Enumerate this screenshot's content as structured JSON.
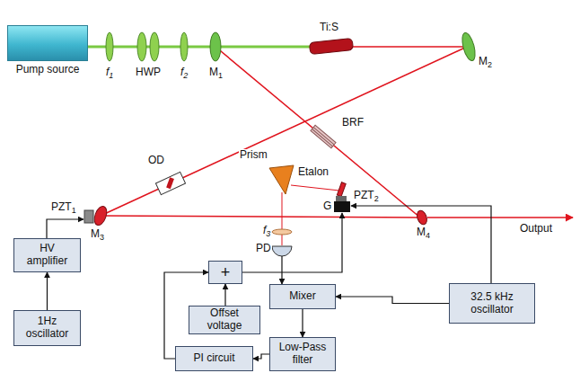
{
  "diagram": {
    "nodes": [
      {
        "text": [
          "Pump source"
        ]
      },
      {
        "text": [
          "HV amplifier"
        ]
      },
      {
        "text": [
          "+"
        ]
      },
      {
        "text": [
          "Mixer"
        ]
      },
      {
        "text": [
          "32.5 kHz oscillator"
        ]
      },
      {
        "text": [
          "Offset voltage"
        ]
      },
      {
        "text": [
          "1Hz oscillator"
        ]
      },
      {
        "text": [
          "PI circuit"
        ]
      },
      {
        "text": [
          "Low-Pass filter"
        ]
      }
    ],
    "edges": [
      {
        "from": 6,
        "to": 1,
        "arrow": "to"
      },
      {
        "from": 5,
        "to": 2,
        "arrow": "to"
      },
      {
        "from": 7,
        "to": 2,
        "arrow": "to"
      },
      {
        "from": 4,
        "to": 3,
        "arrow": "to"
      },
      {
        "from": 3,
        "to": 8,
        "arrow": "to"
      },
      {
        "from": 8,
        "to": 7,
        "arrow": "to"
      }
    ],
    "labels": [
      "f1",
      "HWP",
      "f2",
      "M1",
      "Ti:S",
      "M2",
      "OD",
      "BRF",
      "Prism",
      "Etalon",
      "PZT2",
      "G",
      "M3",
      "PZT1",
      "M4",
      "Output",
      "f3",
      "PD"
    ]
  }
}
